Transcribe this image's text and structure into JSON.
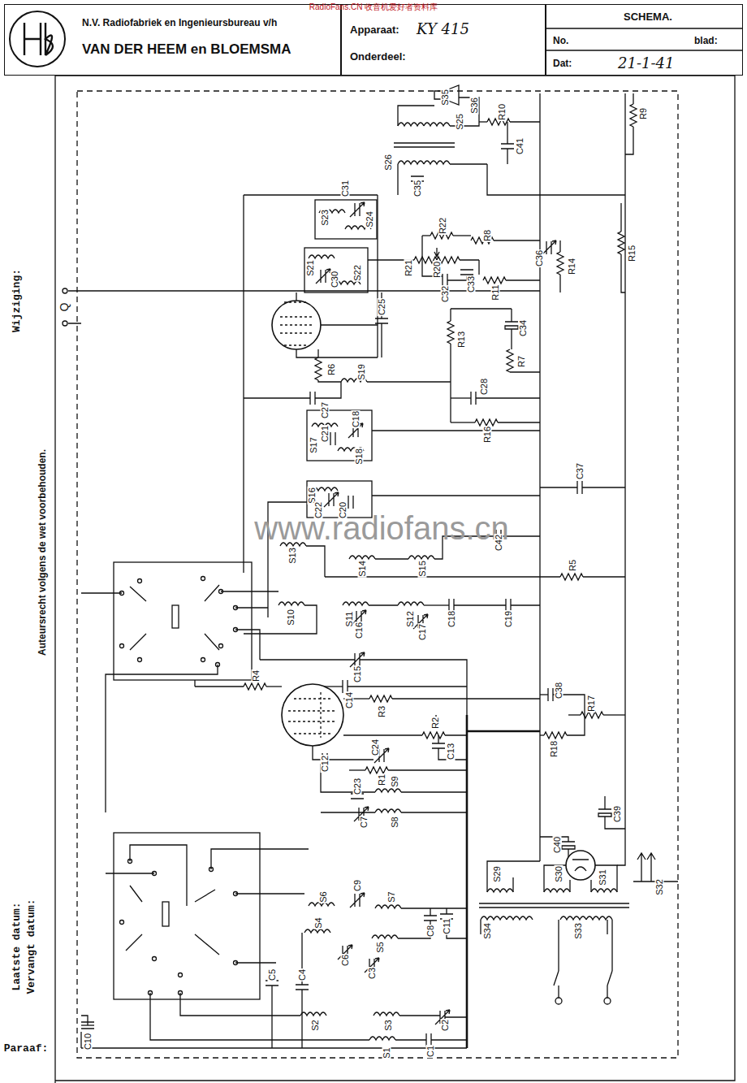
{
  "diagram": {
    "nodes": [
      {
        "text": [
          "N.V. Radiofabriek en Ingenieursbureau v/h",
          "VAN DER HEEM en BLOEMSMA"
        ]
      },
      {
        "text": [
          "Apparaat:",
          "KY 415",
          "Onderdeel:"
        ]
      },
      {
        "text": [
          "SCHEMA.",
          "No.",
          "blad:",
          "Dat:",
          "21-1-41"
        ]
      }
    ],
    "labels": [
      "RadioFans.CN 收音机爱好者资料库",
      "www.radiofans.cn",
      "Wijziging:",
      "Auteursrecht volgens de wet voorbehouden.",
      "Laatste datum:",
      "Vervangt datum:",
      "Paraaf:",
      "Q",
      "S35",
      "S36",
      "R9",
      "R10",
      "S25",
      "C41",
      "S26",
      "C35",
      "C31",
      "S23",
      "S24",
      "S21",
      "C30",
      "S22",
      "C25",
      "R22",
      "R8",
      "R21",
      "R20",
      "C33",
      "R11",
      "C32",
      "R14",
      "R15",
      "C36",
      "R13",
      "C34",
      "R7",
      "R6",
      "S19",
      "C27",
      "C28",
      "R16",
      "C21",
      "C18",
      "S17",
      "S18",
      "S16",
      "C22",
      "C20",
      "C37",
      "C42",
      "S13",
      "S14",
      "S15",
      "R5",
      "S10",
      "S11",
      "S12",
      "C16",
      "C17",
      "C18",
      "C19",
      "C15",
      "R4",
      "C14",
      "R3",
      "R2",
      "C13",
      "C38",
      "R17",
      "R18",
      "R1",
      "C24",
      "C12",
      "C23",
      "S9",
      "C7",
      "S8",
      "C39",
      "C40",
      "S6",
      "C9",
      "S7",
      "C8",
      "C11",
      "S4",
      "S5",
      "C6",
      "C3",
      "C5",
      "C4",
      "S2",
      "S3",
      "C2",
      "C1",
      "S1",
      "C10",
      "S29",
      "S30",
      "S31",
      "S32",
      "S34",
      "S33"
    ]
  }
}
